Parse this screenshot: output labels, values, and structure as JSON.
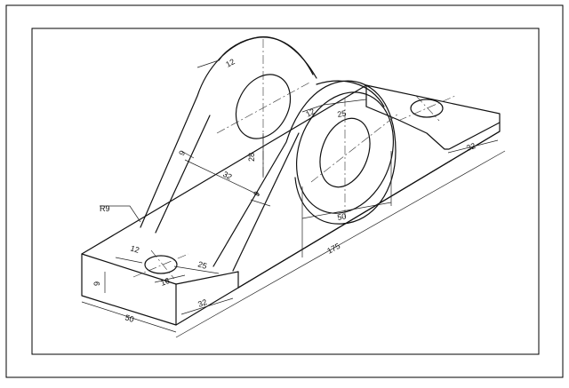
{
  "drawing": {
    "labels": {
      "r9": "R9",
      "d12_top": "12",
      "d9_left": "9",
      "d28": "28",
      "d32_mid": "32",
      "d9_mid": "9",
      "d12_ring": "12",
      "d25_ring": "25",
      "d50_ring": "50",
      "d175": "175",
      "d32_right": "32",
      "d12_hole": "12",
      "d16": "16",
      "d25_hole": "25",
      "d9_base": "9",
      "d32_base": "32",
      "d50_base": "50"
    }
  }
}
